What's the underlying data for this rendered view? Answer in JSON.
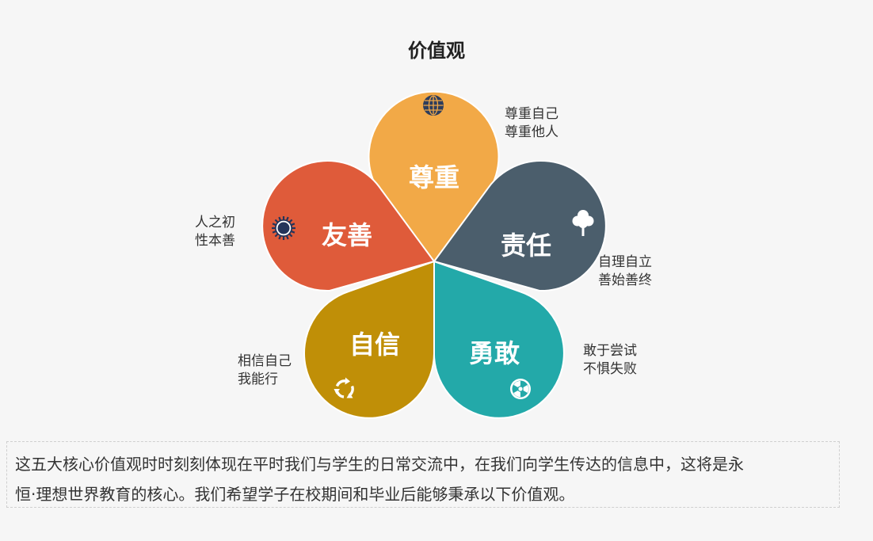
{
  "title": "价值观",
  "petals": [
    {
      "label": "尊重",
      "color": "#f2a947",
      "icon": "globe-icon",
      "note": [
        "尊重自己",
        "尊重他人"
      ]
    },
    {
      "label": "责任",
      "color": "#4b5e6c",
      "icon": "tree-icon",
      "note": [
        "自理自立",
        "善始善终"
      ]
    },
    {
      "label": "勇敢",
      "color": "#23a9a9",
      "icon": "radiation-icon",
      "note": [
        "敢于尝试",
        "不惧失败"
      ]
    },
    {
      "label": "自信",
      "color": "#c08f07",
      "icon": "recycle-icon",
      "note": [
        "相信自己",
        "我能行"
      ]
    },
    {
      "label": "友善",
      "color": "#df5b3a",
      "icon": "sun-icon",
      "note": [
        "人之初",
        "性本善"
      ]
    }
  ],
  "description": {
    "line1": "这五大核心价值观时时刻刻体现在平时我们与学生的日常交流中，在我们向学生传达的信息中，这将是永",
    "line2": "恒·理想世界教育的核心。我们希望学子在校期间和毕业后能够秉承以下价值观。"
  }
}
